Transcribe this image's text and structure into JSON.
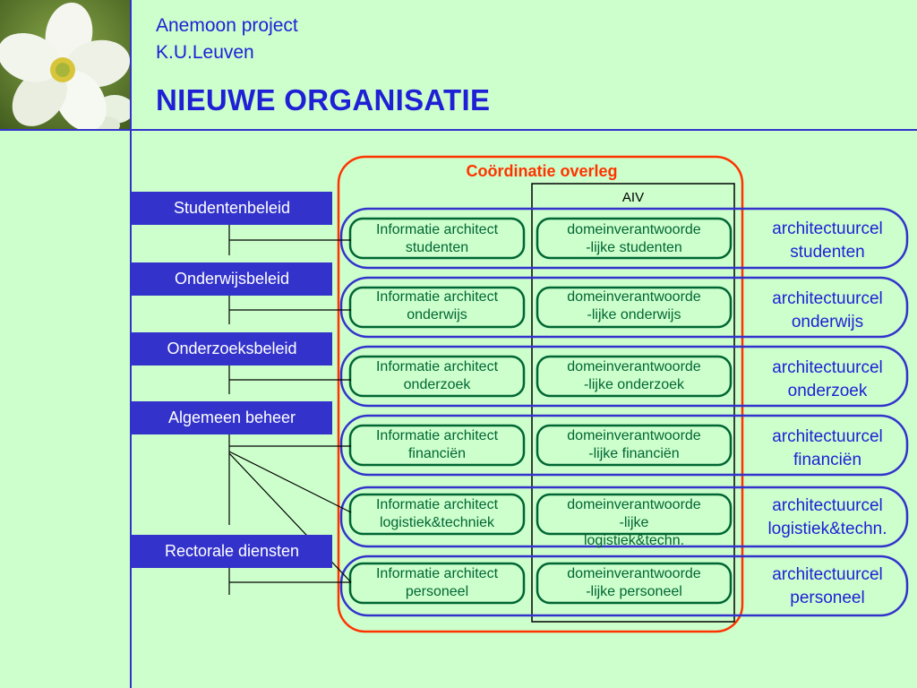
{
  "header": {
    "line1": "Anemoon project",
    "line2": "K.U.Leuven",
    "title": "NIEUWE ORGANISATIE"
  },
  "diagram": {
    "coordination_label": "Coördinatie overleg",
    "aiv_label": "AIV",
    "departments": [
      "Studentenbeleid",
      "Onderwijsbeleid",
      "Onderzoeksbeleid",
      "Algemeen beheer",
      "Rectorale diensten"
    ],
    "rows": [
      {
        "architect": [
          "Informatie architect",
          "studenten"
        ],
        "owner": [
          "domeinverantwoorde",
          "-lijke studenten"
        ],
        "cell": [
          "architectuurcel",
          "studenten"
        ]
      },
      {
        "architect": [
          "Informatie architect",
          "onderwijs"
        ],
        "owner": [
          "domeinverantwoorde",
          "-lijke onderwijs"
        ],
        "cell": [
          "architectuurcel",
          "onderwijs"
        ]
      },
      {
        "architect": [
          "Informatie architect",
          "onderzoek"
        ],
        "owner": [
          "domeinverantwoorde",
          "-lijke onderzoek"
        ],
        "cell": [
          "architectuurcel",
          "onderzoek"
        ]
      },
      {
        "architect": [
          "Informatie architect",
          "financiën"
        ],
        "owner": [
          "domeinverantwoorde",
          "-lijke financiën"
        ],
        "cell": [
          "architectuurcel",
          "financiën"
        ]
      },
      {
        "architect": [
          "Informatie architect",
          "logistiek&techniek"
        ],
        "owner": [
          "domeinverantwoorde",
          "-lijke",
          "logistiek&techn."
        ],
        "cell": [
          "architectuurcel",
          "logistiek&techn."
        ]
      },
      {
        "architect": [
          "Informatie architect",
          "personeel"
        ],
        "owner": [
          "domeinverantwoorde",
          "-lijke personeel"
        ],
        "cell": [
          "architectuurcel",
          "personeel"
        ]
      }
    ],
    "colors": {
      "background": "#ccffcc",
      "blue": "#3333cc",
      "title_blue": "#1f1fd6",
      "coordination": "#ff3300",
      "green": "#006633"
    }
  }
}
